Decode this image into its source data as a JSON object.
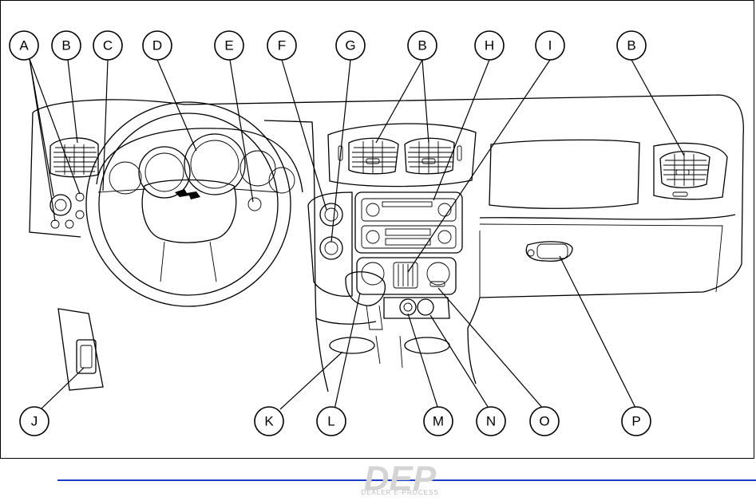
{
  "callouts": [
    "A",
    "B",
    "C",
    "D",
    "E",
    "F",
    "G",
    "B",
    "H",
    "I",
    "B",
    "J",
    "K",
    "L",
    "M",
    "N",
    "O",
    "P"
  ],
  "watermark": {
    "logo": "DEP",
    "text": "DEALER E-PROCESS"
  },
  "colors": {
    "rule": "#1f3cc8",
    "line": "#000000",
    "watermark": "#c8c8c8"
  }
}
